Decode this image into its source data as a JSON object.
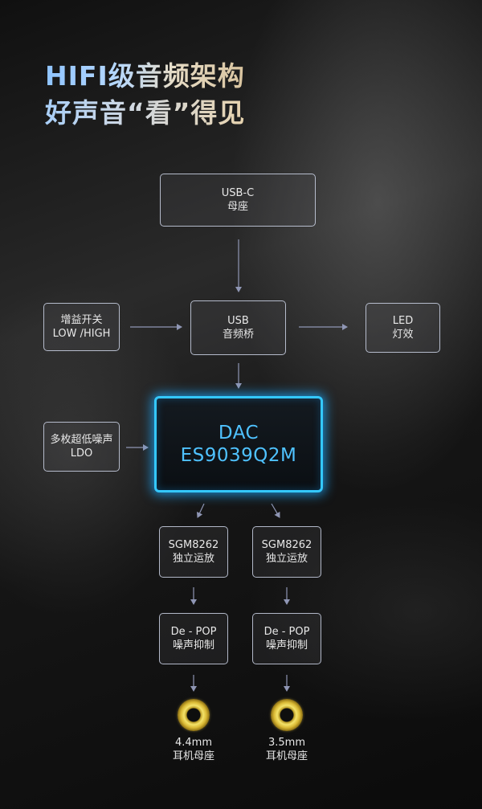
{
  "title": {
    "line1": "HIFI级音频架构",
    "line2": "好声音“看”得见"
  },
  "nodes": {
    "usb_c": {
      "line1": "USB-C",
      "line2": "母座"
    },
    "gain_switch": {
      "line1": "增益开关",
      "line2": "LOW /HIGH"
    },
    "usb_bridge": {
      "line1": "USB",
      "line2": "音频桥"
    },
    "led": {
      "line1": "LED",
      "line2": "灯效"
    },
    "ldo": {
      "line1": "多枚超低噪声",
      "line2": "LDO"
    },
    "dac": {
      "line1": "DAC",
      "line2": "ES9039Q2M"
    },
    "amp_left": {
      "line1": "SGM8262",
      "line2": "独立运放"
    },
    "amp_right": {
      "line1": "SGM8262",
      "line2": "独立运放"
    },
    "depop_left": {
      "line1": "De - POP",
      "line2": "噪声抑制"
    },
    "depop_right": {
      "line1": "De - POP",
      "line2": "噪声抑制"
    },
    "jack_left": {
      "line1": "4.4mm",
      "line2": "耳机母座"
    },
    "jack_right": {
      "line1": "3.5mm",
      "line2": "耳机母座"
    }
  },
  "colors": {
    "accent_glow": "#34c8ff",
    "box_border": "#cdd4e6",
    "arrow": "#8f96b4",
    "jack_gold": "#e8cf4a"
  },
  "icons": {
    "jack": "gold-ring-jack-icon"
  }
}
